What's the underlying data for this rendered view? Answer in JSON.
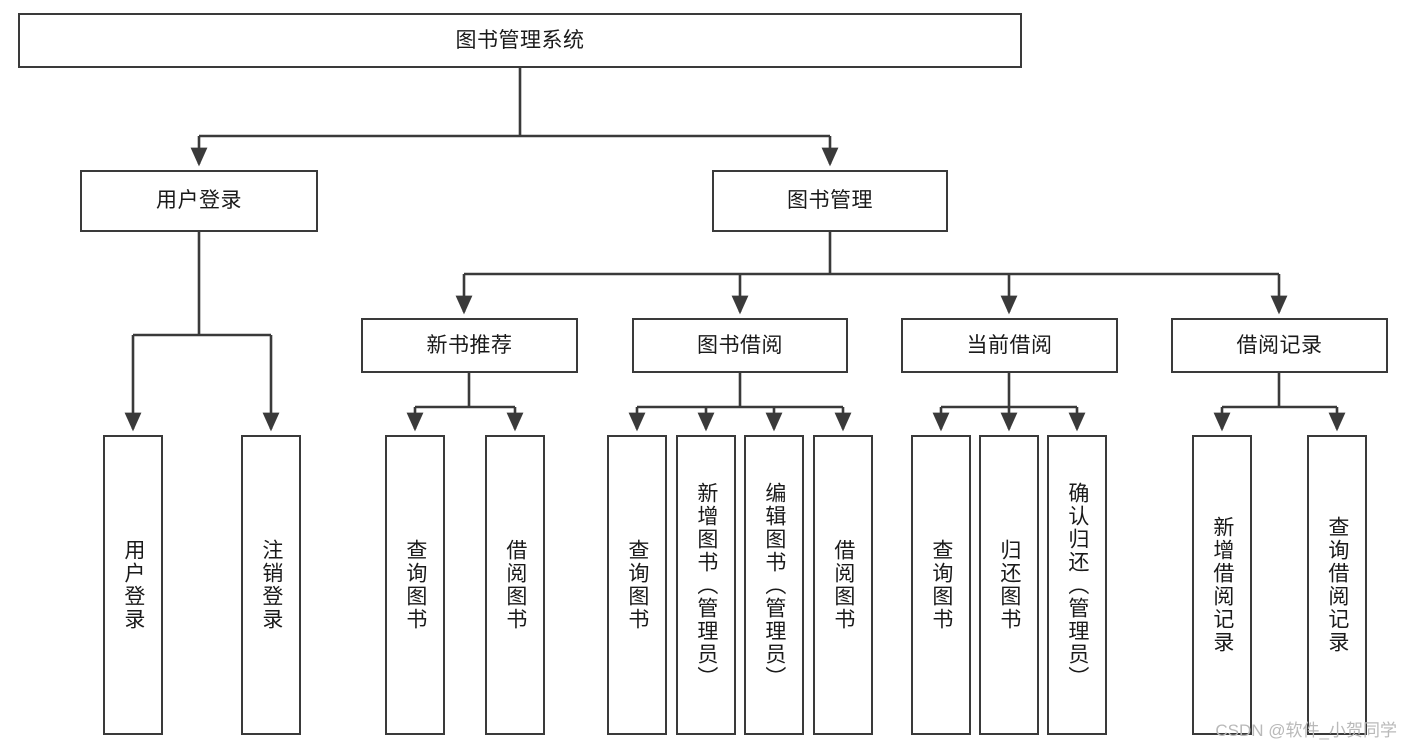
{
  "diagram": {
    "type": "tree-hierarchy",
    "title": "图书管理系统",
    "watermark": "CSDN @软件_小贺同学",
    "colors": {
      "stroke": "#3a3a3a",
      "fill": "#ffffff",
      "text": "#1a1a1a",
      "watermark": "#b9b9b9"
    },
    "nodes": {
      "root": {
        "label": "图书管理系统",
        "orientation": "horizontal"
      },
      "level2": [
        {
          "id": "user-login",
          "label": "用户登录",
          "orientation": "horizontal"
        },
        {
          "id": "book-manage",
          "label": "图书管理",
          "orientation": "horizontal"
        }
      ],
      "level3": [
        {
          "id": "new-book-recommend",
          "label": "新书推荐",
          "orientation": "horizontal"
        },
        {
          "id": "book-borrow",
          "label": "图书借阅",
          "orientation": "horizontal"
        },
        {
          "id": "current-borrow",
          "label": "当前借阅",
          "orientation": "horizontal"
        },
        {
          "id": "borrow-record",
          "label": "借阅记录",
          "orientation": "horizontal"
        }
      ],
      "leaves": {
        "user-login": [
          {
            "id": "leaf-user-login",
            "label": "用户登录",
            "orientation": "vertical"
          },
          {
            "id": "leaf-user-logout",
            "label": "注销登录",
            "orientation": "vertical"
          }
        ],
        "new-book-recommend": [
          {
            "id": "leaf-query-book-1",
            "label": "查询图书",
            "orientation": "vertical"
          },
          {
            "id": "leaf-borrow-book-1",
            "label": "借阅图书",
            "orientation": "vertical"
          }
        ],
        "book-borrow": [
          {
            "id": "leaf-query-book-2",
            "label": "查询图书",
            "orientation": "vertical"
          },
          {
            "id": "leaf-add-book",
            "label": "新增图书（管理员）",
            "orientation": "vertical"
          },
          {
            "id": "leaf-edit-book",
            "label": "编辑图书（管理员）",
            "orientation": "vertical"
          },
          {
            "id": "leaf-borrow-book-2",
            "label": "借阅图书",
            "orientation": "vertical"
          }
        ],
        "current-borrow": [
          {
            "id": "leaf-query-book-3",
            "label": "查询图书",
            "orientation": "vertical"
          },
          {
            "id": "leaf-return-book",
            "label": "归还图书",
            "orientation": "vertical"
          },
          {
            "id": "leaf-confirm-return",
            "label": "确认归还（管理员）",
            "orientation": "vertical"
          }
        ],
        "borrow-record": [
          {
            "id": "leaf-add-record",
            "label": "新增借阅记录",
            "orientation": "vertical"
          },
          {
            "id": "leaf-query-record",
            "label": "查询借阅记录",
            "orientation": "vertical"
          }
        ]
      }
    }
  }
}
